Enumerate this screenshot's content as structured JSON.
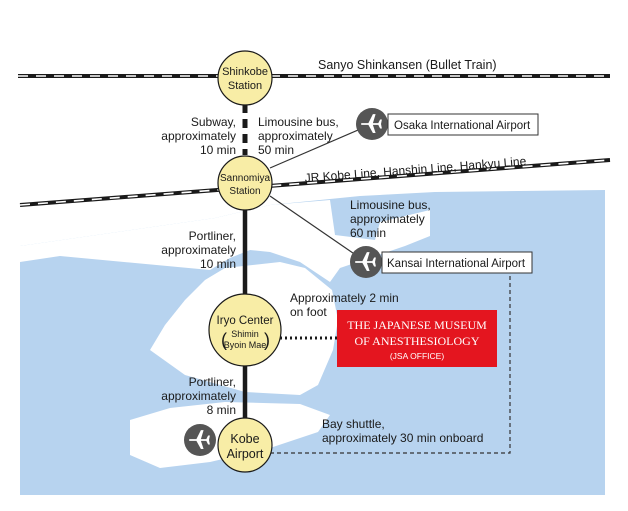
{
  "stations": {
    "shinkobe": {
      "line1": "Shinkobe",
      "line2": "Station"
    },
    "sannomiya": {
      "line1": "Sannomiya",
      "line2": "Station"
    },
    "iryo_center": {
      "line1": "Iryo Center",
      "sub1": "Shimin",
      "sub2": "Byoin Mae"
    },
    "kobe_airport": {
      "line1": "Kobe",
      "line2": "Airport"
    }
  },
  "rail_lines": {
    "shinkansen": "Sanyo Shinkansen (Bullet Train)",
    "jr_lines": "JR Kobe Line, Hanshin Line, Hankyu Line"
  },
  "airports": {
    "osaka": "Osaka International Airport",
    "kansai": "Kansai International Airport"
  },
  "routes": {
    "subway": [
      "Subway,",
      "approximately",
      "10 min"
    ],
    "limousine_osaka": [
      "Limousine bus,",
      "approximately",
      "50 min"
    ],
    "limousine_kansai": [
      "Limousine bus,",
      "approximately",
      "60 min"
    ],
    "portliner_1": [
      "Portliner,",
      "approximately",
      "10 min"
    ],
    "portliner_2": [
      "Portliner,",
      "approximately",
      "8 min"
    ],
    "walk": [
      "Approximately 2 min",
      "on foot"
    ],
    "bay_shuttle": [
      "Bay shuttle,",
      "approximately 30 min onboard"
    ]
  },
  "museum": {
    "line1": "THE JAPANESE MUSEUM",
    "line2": "OF ANESTHESIOLOGY",
    "line3": "(JSA OFFICE)"
  },
  "colors": {
    "sea": "#b7d3ef",
    "land": "#ffffff",
    "station_fill": "#f8eda6",
    "museum_red": "#e4151f",
    "airport_icon": "#555555"
  }
}
